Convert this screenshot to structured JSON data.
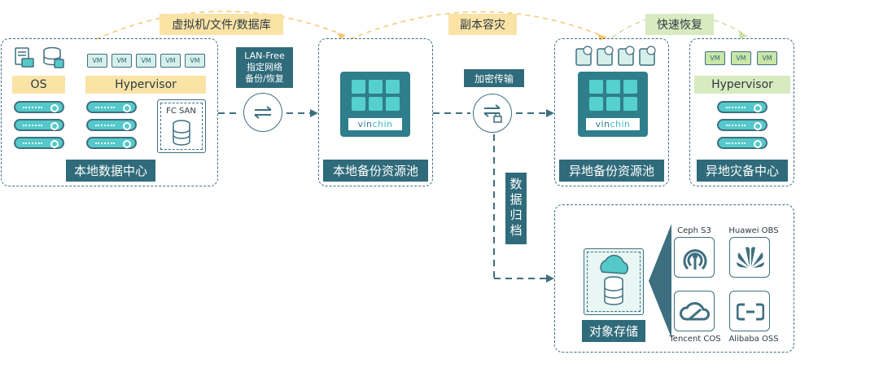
{
  "flows": {
    "top_left": "虚拟机/文件/数据库",
    "top_mid": "副本容灾",
    "top_right": "快速恢复"
  },
  "local_dc": {
    "title": "本地数据中心",
    "os_label": "OS",
    "hypervisor_label": "Hypervisor",
    "fc_san_label": "FC SAN",
    "vm_label": "VM"
  },
  "lan_free": {
    "line1": "LAN-Free",
    "line2": "指定网络",
    "line3": "备份/恢复"
  },
  "local_pool": {
    "title": "本地备份资源池"
  },
  "encrypted": {
    "label": "加密传输"
  },
  "remote_pool": {
    "title": "异地备份资源池"
  },
  "remote_dc": {
    "title": "异地灾备中心",
    "hypervisor_label": "Hypervisor",
    "vm_label": "VM"
  },
  "archive": {
    "label": "数据归档"
  },
  "object_storage": {
    "title": "对象存储",
    "providers": [
      "Ceph S3",
      "Huawei OBS",
      "Tencent COS",
      "Alibaba OSS"
    ]
  },
  "vinchin_brand": {
    "part1": "vin",
    "part2": "chin"
  },
  "colors": {
    "dark_teal": "#2f6b7a",
    "accent_teal": "#55c9c9",
    "yellow_tag": "#fbe3a6",
    "green_tag": "#d8eabf"
  }
}
